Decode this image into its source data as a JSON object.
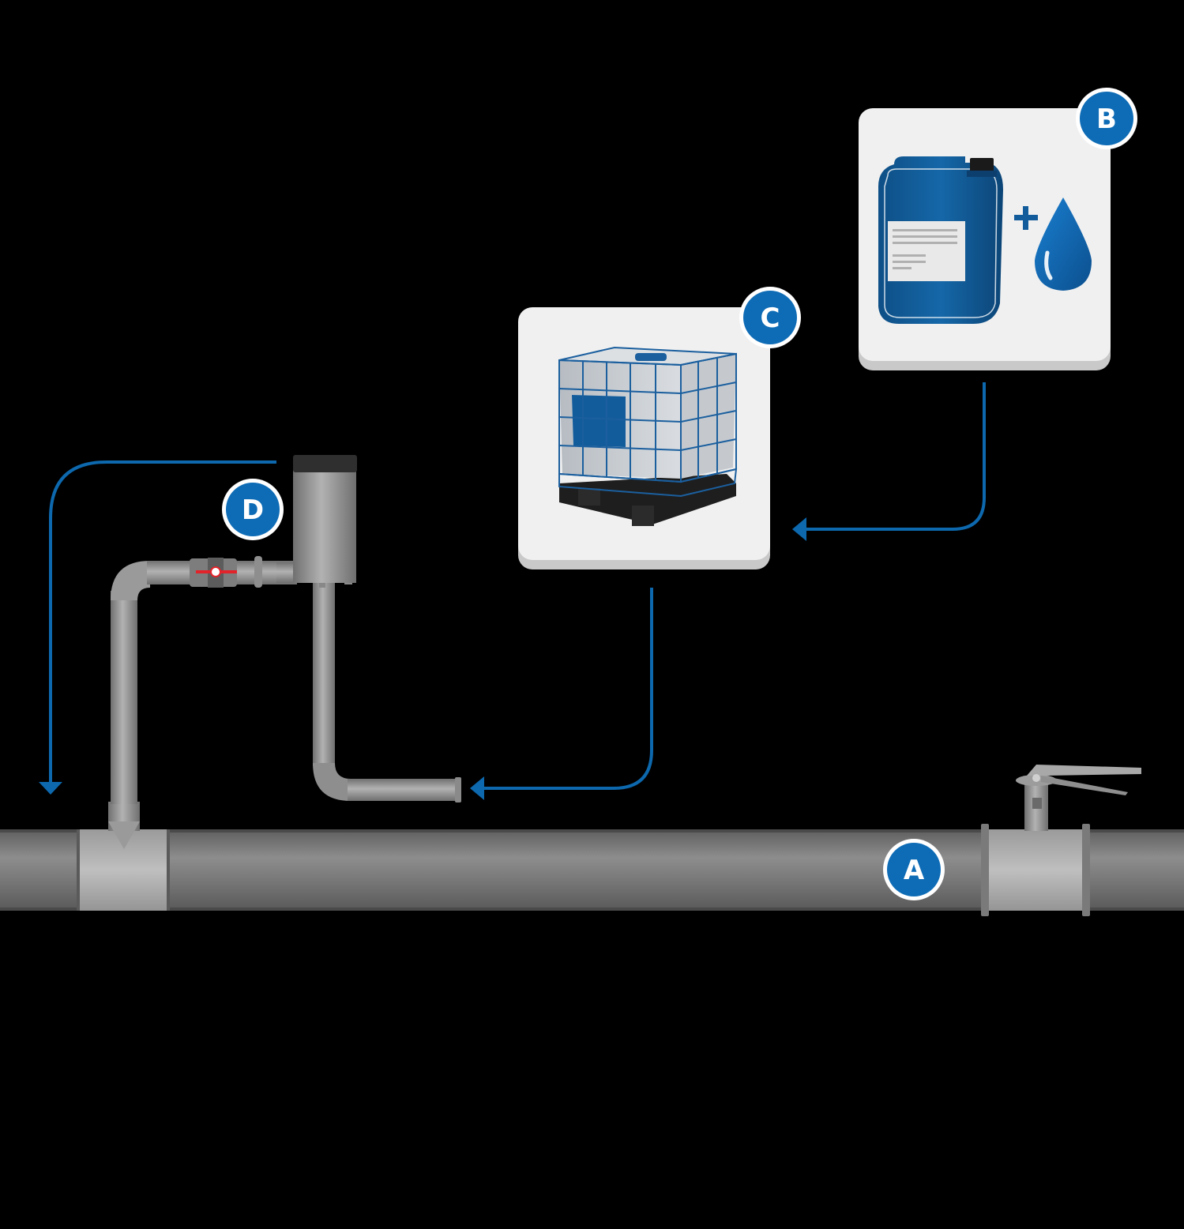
{
  "diagram": {
    "labels": {
      "a": "A",
      "b": "B",
      "c": "C",
      "d": "D"
    },
    "colors": {
      "background": "#000000",
      "accent_blue": "#0d68ad",
      "badge_blue": "#0e6cb6",
      "card_bg": "#f0f0f0",
      "pipe_gray": "#8c8c8c",
      "valve_red": "#e2232a"
    },
    "icons": {
      "card_b": [
        "canister-icon",
        "plus-icon",
        "water-drop-icon"
      ],
      "card_c": [
        "ibc-tank-icon"
      ]
    }
  }
}
